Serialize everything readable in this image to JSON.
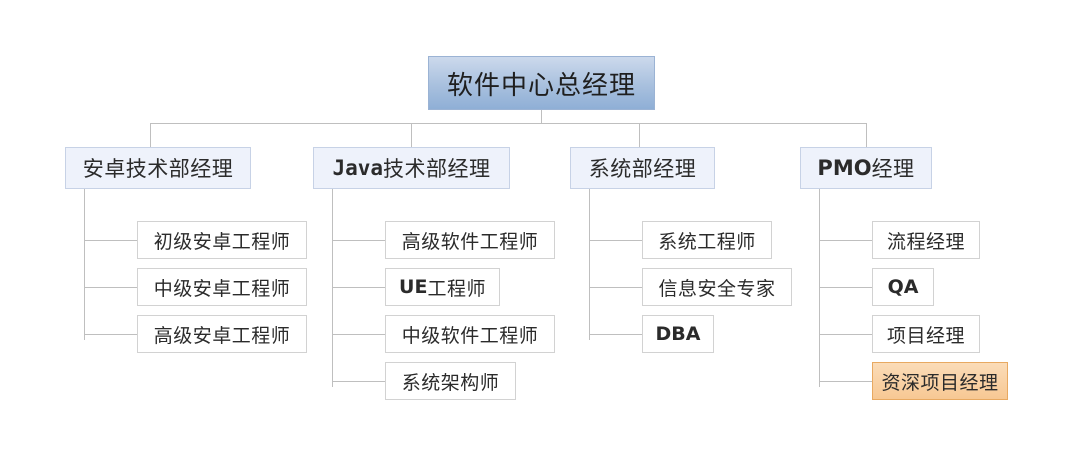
{
  "chart_data": {
    "type": "diagram",
    "diagram_kind": "organization-chart",
    "orientation": "top-down-with-left-spine-leaves",
    "colors": {
      "root_fill_top": "#ccd9ec",
      "root_fill_bottom": "#8fafd6",
      "root_border": "#9bb3d4",
      "dept_fill": "#eef2fb",
      "dept_border": "#c7d2e6",
      "leaf_fill": "#ffffff",
      "leaf_border": "#d2d2d2",
      "highlight_fill_top": "#fbdcb8",
      "highlight_fill_bottom": "#f7c894",
      "highlight_border": "#e8a961",
      "connector": "#bfbfbf",
      "text": "#2b2b2b",
      "background": "#ffffff"
    },
    "root": {
      "label": "软件中心总经理",
      "level": 0
    },
    "departments": [
      {
        "label": "安卓技术部经理",
        "label_latin": "",
        "level": 1,
        "children": [
          {
            "label": "初级安卓工程师",
            "highlight": false
          },
          {
            "label": "中级安卓工程师",
            "highlight": false
          },
          {
            "label": "高级安卓工程师",
            "highlight": false
          }
        ]
      },
      {
        "label": "Java技术部经理",
        "label_latin": "Java",
        "label_rest": "技术部经理",
        "level": 1,
        "children": [
          {
            "label": "高级软件工程师",
            "highlight": false
          },
          {
            "label": "UE工程师",
            "label_latin": "UE",
            "label_rest": "工程师",
            "highlight": false
          },
          {
            "label": "中级软件工程师",
            "highlight": false
          },
          {
            "label": "系统架构师",
            "highlight": false
          }
        ]
      },
      {
        "label": "系统部经理",
        "label_latin": "",
        "level": 1,
        "children": [
          {
            "label": "系统工程师",
            "highlight": false
          },
          {
            "label": "信息安全专家",
            "highlight": false
          },
          {
            "label": "DBA",
            "label_latin": "DBA",
            "label_rest": "",
            "highlight": false
          }
        ]
      },
      {
        "label": "PMO经理",
        "label_latin": "PMO",
        "label_rest": "经理",
        "level": 1,
        "children": [
          {
            "label": "流程经理",
            "highlight": false
          },
          {
            "label": "QA",
            "label_latin": "QA",
            "label_rest": "",
            "highlight": false
          },
          {
            "label": "项目经理",
            "highlight": false
          },
          {
            "label": "资深项目经理",
            "highlight": true
          }
        ]
      }
    ]
  }
}
